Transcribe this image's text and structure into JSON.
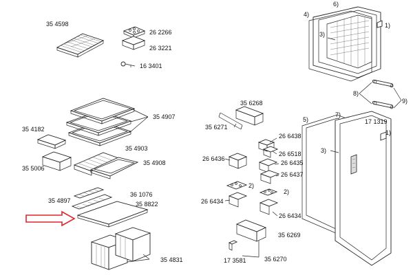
{
  "labels": {
    "p354598": "35 4598",
    "p262266": "26 2266",
    "p263221": "26 3221",
    "p163401": "16 3401",
    "p354907": "35 4907",
    "p354182": "35 4182",
    "p355006": "35 5006",
    "p354903": "35 4903",
    "p354908": "35 4908",
    "p354897": "35 4897",
    "p361076": "36 1076",
    "p358822": "35 8822",
    "p354831": "35 4831",
    "p356268": "35 6268",
    "p356271": "35 6271",
    "p266438": "26 6438",
    "p266518": "26 6518",
    "p266436": "26 6436",
    "p266435": "26 6435",
    "p266437": "26 6437",
    "p266434a": "26 6434",
    "p266434b": "26 6434",
    "p356269": "35 6269",
    "p173581": "17 3581",
    "p356270": "35 6270",
    "n2a": "2)",
    "n2b": "2)",
    "n6": "6)",
    "n4": "4)",
    "n3a": "3)",
    "n1a": "1)",
    "n8": "8)",
    "n9": "9)",
    "p171319": "17 1319",
    "n1b": "1)",
    "n5": "5)",
    "n7": "7)",
    "n3b": "3)"
  },
  "colors": {
    "line": "#222222",
    "arrow": "#e0242b",
    "background": "#ffffff"
  }
}
